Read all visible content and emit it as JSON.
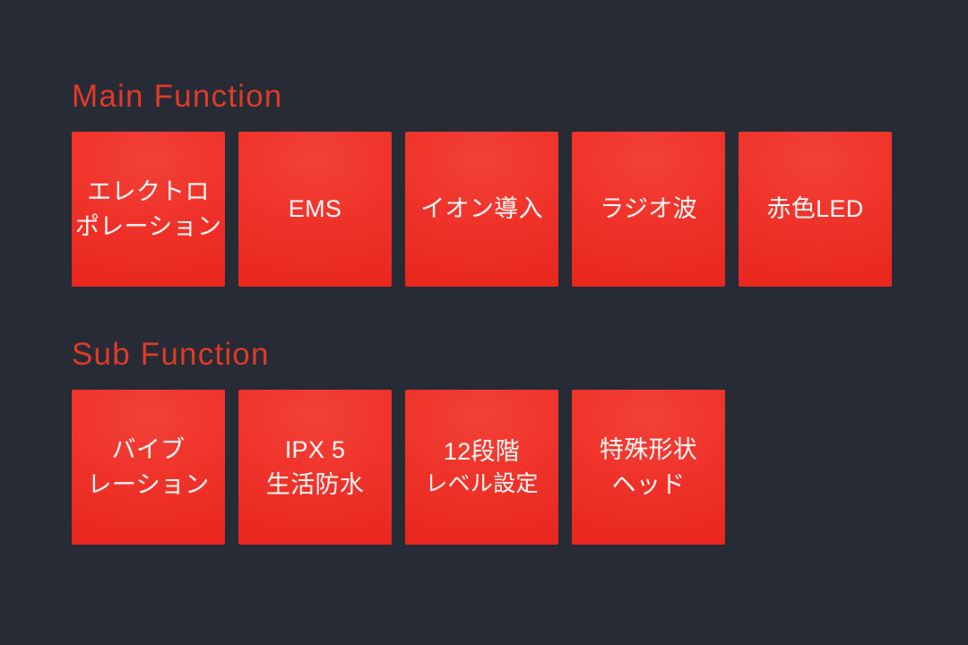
{
  "theme": {
    "background_color": "#262b35",
    "tile_color": "#ee2e25",
    "heading_color": "#e03a28",
    "tile_text_color": "#fdf2f1"
  },
  "sections": [
    {
      "id": "main-function",
      "heading": "Main Function",
      "tiles": [
        {
          "id": "electroporation",
          "lines": [
            "エレクトロ",
            "ポレーション"
          ]
        },
        {
          "id": "ems",
          "lines": [
            "EMS"
          ]
        },
        {
          "id": "ion-introduction",
          "lines": [
            "イオン導入"
          ]
        },
        {
          "id": "radio-wave",
          "lines": [
            "ラジオ波"
          ]
        },
        {
          "id": "red-led",
          "lines": [
            "赤色LED"
          ]
        }
      ]
    },
    {
      "id": "sub-function",
      "heading": "Sub Function",
      "tiles": [
        {
          "id": "vibration",
          "lines": [
            "バイブ",
            "レーション"
          ]
        },
        {
          "id": "ipx5-waterproof",
          "lines": [
            "IPX 5",
            "生活防水"
          ]
        },
        {
          "id": "twelve-levels",
          "lines": [
            "12段階",
            "レベル設定"
          ]
        },
        {
          "id": "special-shape-head",
          "lines": [
            "特殊形状",
            "ヘッド"
          ]
        }
      ]
    }
  ]
}
